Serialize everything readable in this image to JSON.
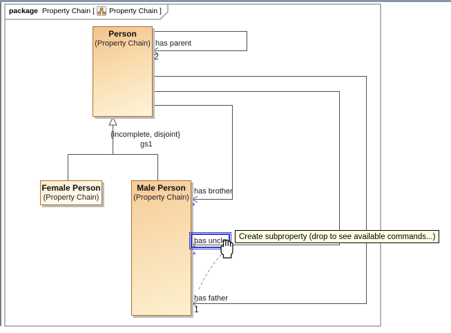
{
  "frame": {
    "tab_keyword": "package",
    "tab_title": "Property Chain",
    "bracket_open": "[",
    "bracket_close": "]",
    "tab_diagram_ref": "Property Chain"
  },
  "classes": {
    "person": {
      "name": "Person",
      "stereotype": "(Property Chain)"
    },
    "female": {
      "name": "Female Person",
      "stereotype": "(Property Chain)"
    },
    "male": {
      "name": "Male Person",
      "stereotype": "(Property Chain)"
    }
  },
  "associations": {
    "has_parent": {
      "label": "has parent",
      "multiplicity": "2"
    },
    "has_brother": {
      "label": "has brother",
      "multiplicity": "*"
    },
    "has_uncle": {
      "label": "has uncle",
      "multiplicity": "*"
    },
    "has_father": {
      "label": "has father",
      "multiplicity": "1"
    }
  },
  "generalization": {
    "constraint": "{incomplete, disjoint}",
    "label": "gs1"
  },
  "tooltip": {
    "text": "Create subproperty (drop to see available commands...)"
  },
  "colors": {
    "selection_blue": "#2b35c8",
    "multiplicity_highlight": "#3b3bcf",
    "tooltip_bg": "#ffffe1",
    "class_border": "#ad6f2b",
    "class_fill_top": "#f4c28c",
    "class_fill_bottom": "#fdf4da",
    "connector_line": "#4d4d4d",
    "frame_border": "#6e6e6e",
    "top_strip": "#8795a8"
  }
}
